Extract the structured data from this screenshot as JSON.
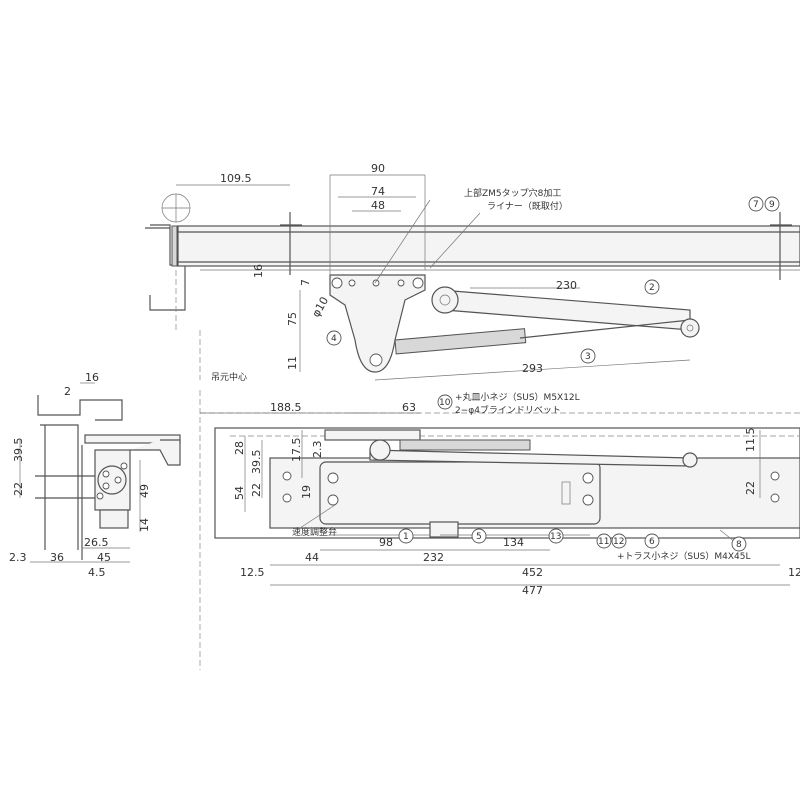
{
  "top_view": {
    "dimensions": [
      "109.5",
      "90",
      "74",
      "48",
      "16",
      "7",
      "φ10",
      "75",
      "11",
      "230",
      "293"
    ],
    "callouts": [
      "2",
      "3",
      "4",
      "7",
      "9"
    ],
    "notes": [
      "上部ZM5タップ穴8加工",
      "ライナー（既取付）",
      "吊元中心"
    ]
  },
  "front_view": {
    "dimensions": [
      "188.5",
      "63",
      "28",
      "39.5",
      "17.5",
      "2.3",
      "54",
      "22",
      "19",
      "44",
      "98",
      "232",
      "134",
      "11.5",
      "22",
      "12.5",
      "452",
      "12",
      "477"
    ],
    "callouts": [
      "10",
      "1",
      "5",
      "13",
      "11",
      "12",
      "6",
      "8"
    ],
    "notes": [
      "+丸皿小ネジ（SUS）M5X12L",
      "2−φ4ブラインドリベット",
      "速度調整弁",
      "+トラス小ネジ（SUS）M4X45L"
    ]
  },
  "side_view": {
    "dimensions": [
      "16",
      "2",
      "39.5",
      "22",
      "49",
      "14",
      "26.5",
      "2.3",
      "36",
      "45",
      "4.5"
    ]
  }
}
